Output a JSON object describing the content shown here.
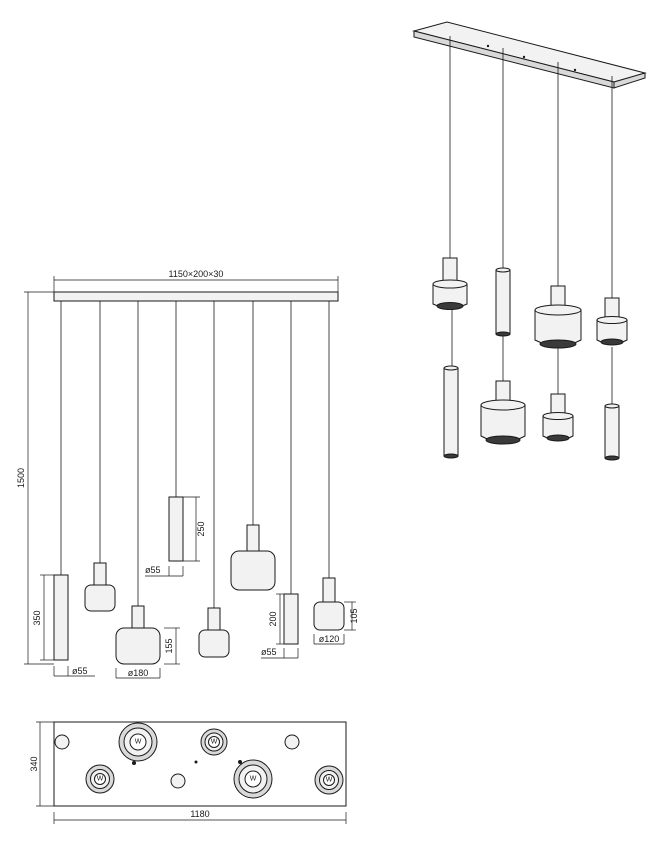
{
  "dimensions": {
    "canopy": "1150×200×30",
    "height": "1500",
    "tube_350_height": "350",
    "tube_350_diameter": "ø55",
    "glass_large_diameter": "ø180",
    "glass_large_height": "155",
    "tube_250_height": "250",
    "tube_250_diameter": "ø55",
    "tube_200_height": "200",
    "tube_200_diameter": "ø55",
    "glass_small_diameter": "ø120",
    "glass_small_height": "105",
    "base_depth": "340",
    "base_width": "1180"
  },
  "socket_mark": "W"
}
